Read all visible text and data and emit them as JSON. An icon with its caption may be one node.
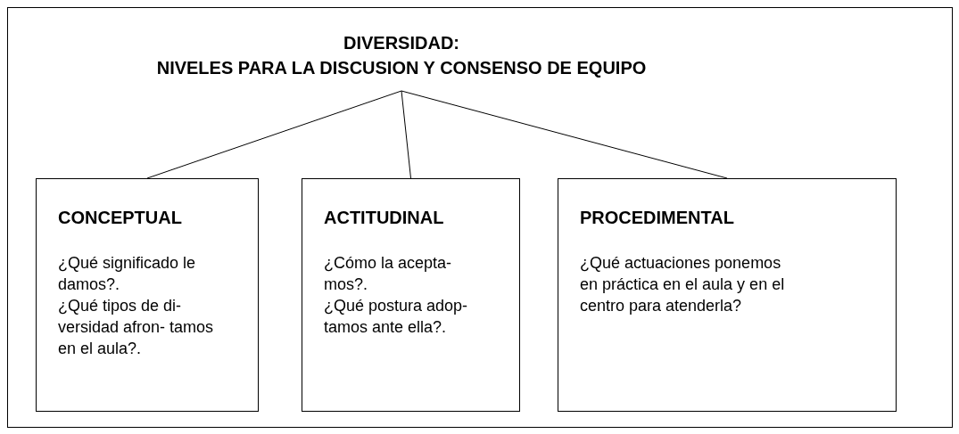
{
  "diagram": {
    "nodes": [
      {
        "text": [
          "DIVERSIDAD:",
          "NIVELES PARA LA DISCUSION Y CONSENSO DE EQUIPO"
        ]
      },
      {
        "text": [
          "CONCEPTUAL",
          "¿Qué significado le damos?.",
          "¿Qué tipos de di- versidad afron- tamos en el aula?."
        ]
      },
      {
        "text": [
          "ACTITUDINAL",
          "¿Cómo la acepta- mos?.",
          "¿Qué postura adop- tamos ante ella?."
        ]
      },
      {
        "text": [
          "PROCEDIMENTAL",
          "¿Qué actuaciones ponemos en práctica en el aula y en el centro para atenderla?"
        ]
      }
    ],
    "edges": [
      {
        "from": 0,
        "to": 1,
        "arrow": "none"
      },
      {
        "from": 0,
        "to": 2,
        "arrow": "none"
      },
      {
        "from": 0,
        "to": 3,
        "arrow": "none"
      }
    ]
  }
}
